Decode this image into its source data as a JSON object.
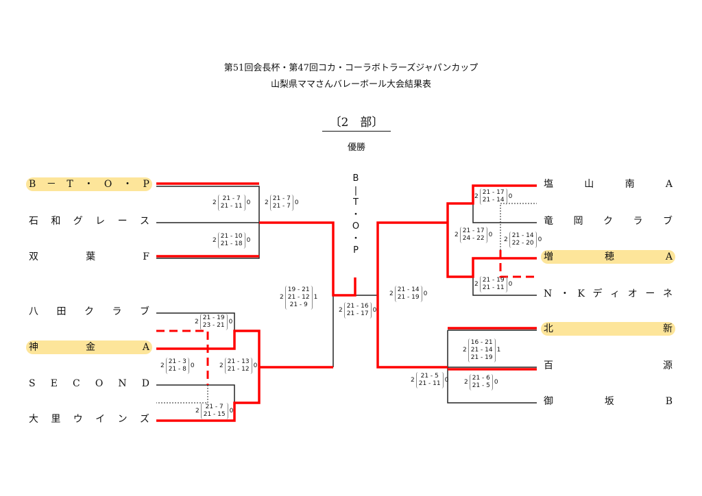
{
  "title_line1": "第51回会長杯・第47回コカ・コーラボトラーズジャパンカップ",
  "title_line2": "山梨県ママさんバレーボール大会結果表",
  "division": "〔2　部〕",
  "champion_label": "優勝",
  "champion_vertical": [
    "B",
    "|",
    "T",
    "・",
    "O",
    "・",
    "P"
  ],
  "left_teams": [
    {
      "chars": [
        "B",
        "－",
        "T",
        "・",
        "O",
        "・",
        "P"
      ],
      "highlight": true
    },
    {
      "chars": [
        "石",
        "和",
        "グ",
        "レ",
        "ー",
        "ス"
      ],
      "highlight": false
    },
    {
      "chars": [
        "双",
        "葉",
        "F"
      ],
      "highlight": false
    },
    {
      "chars": [
        "八",
        "田",
        "ク",
        "ラ",
        "ブ"
      ],
      "highlight": false
    },
    {
      "chars": [
        "神",
        "金",
        "A"
      ],
      "highlight": true
    },
    {
      "chars": [
        "S",
        "E",
        "C",
        "O",
        "N",
        "D"
      ],
      "highlight": false
    },
    {
      "chars": [
        "大",
        "里",
        "ウ",
        "イ",
        "ン",
        "ズ"
      ],
      "highlight": false
    }
  ],
  "right_teams": [
    {
      "chars": [
        "塩",
        "山",
        "南",
        "A"
      ],
      "highlight": false
    },
    {
      "chars": [
        "竜",
        "岡",
        "ク",
        "ラ",
        "ブ"
      ],
      "highlight": false
    },
    {
      "chars": [
        "増",
        "穂",
        "A"
      ],
      "highlight": true
    },
    {
      "chars": [
        "N",
        "・",
        "K",
        "デ",
        "ィ",
        "オ",
        "ー",
        "ネ"
      ],
      "highlight": false
    },
    {
      "chars": [
        "北",
        "新"
      ],
      "highlight": true
    },
    {
      "chars": [
        "百",
        "源"
      ],
      "highlight": false
    },
    {
      "chars": [
        "御",
        "坂",
        "B"
      ],
      "highlight": false
    }
  ],
  "scores": [
    {
      "w": "2",
      "sets": [
        "21 - 7",
        "21 - 11"
      ],
      "l": "0"
    },
    {
      "w": "2",
      "sets": [
        "21 - 7",
        "21 - 7"
      ],
      "l": "0"
    },
    {
      "w": "2",
      "sets": [
        "21 - 10",
        "21 - 18"
      ],
      "l": "0"
    },
    {
      "w": "2",
      "sets": [
        "19 - 21",
        "21 - 12",
        "21 - 9"
      ],
      "l": "1"
    },
    {
      "w": "2",
      "sets": [
        "21 - 16",
        "21 - 17"
      ],
      "l": "0"
    },
    {
      "w": "2",
      "sets": [
        "21 - 19",
        "23 - 21"
      ],
      "l": "0"
    },
    {
      "w": "2",
      "sets": [
        "21 - 3",
        "21 - 8"
      ],
      "l": "0"
    },
    {
      "w": "2",
      "sets": [
        "21 - 13",
        "21 - 12"
      ],
      "l": "0"
    },
    {
      "w": "2",
      "sets": [
        "21 - 7",
        "21 - 15"
      ],
      "l": "0"
    },
    {
      "w": "2",
      "sets": [
        "21 - 17",
        "21 - 14"
      ],
      "l": "0"
    },
    {
      "w": "2",
      "sets": [
        "21 - 17",
        "24 - 22"
      ],
      "l": "0"
    },
    {
      "w": "2",
      "sets": [
        "21 - 14",
        "22 - 20"
      ],
      "l": "0"
    },
    {
      "w": "2",
      "sets": [
        "21 - 19",
        "21 - 11"
      ],
      "l": "0"
    },
    {
      "w": "2",
      "sets": [
        "21 - 14",
        "21 - 19"
      ],
      "l": "0"
    },
    {
      "w": "2",
      "sets": [
        "16 - 21",
        "21 - 14",
        "21 - 19"
      ],
      "l": "1"
    },
    {
      "w": "2",
      "sets": [
        "21 - 5",
        "21 - 11"
      ],
      "l": "0"
    },
    {
      "w": "2",
      "sets": [
        "21 - 6",
        "21 - 5"
      ],
      "l": "0"
    }
  ],
  "colors": {
    "win": "#ff0000",
    "line": "#222222",
    "highlight": "#fde59a"
  }
}
